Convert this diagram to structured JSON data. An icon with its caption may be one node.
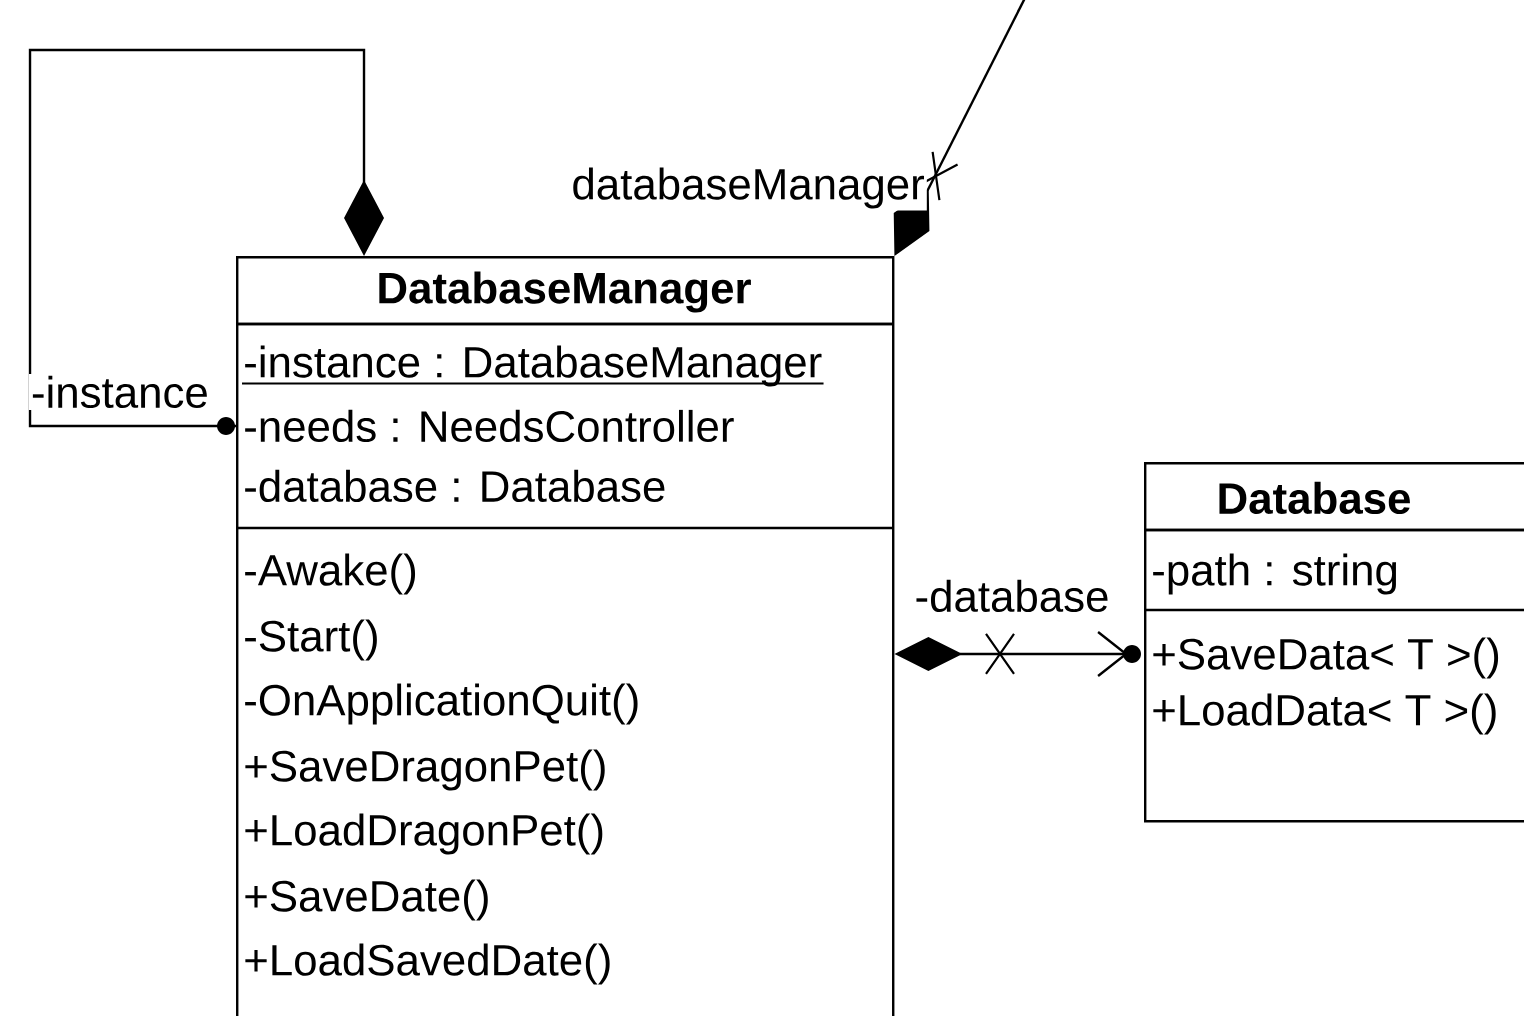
{
  "diagram": {
    "nodes": [
      {
        "text": [
          "DatabaseManager",
          "-instance : DatabaseManager",
          "-needs : NeedsController",
          "-database : Database",
          "-Awake()",
          "-Start()",
          "-OnApplicationQuit()",
          "+SaveDragonPet()",
          "+LoadDragonPet()",
          "+SaveDate()",
          "+LoadSavedDate()"
        ]
      },
      {
        "text": [
          "Database",
          "-path : string",
          "+SaveData< T >()",
          "+LoadData< T >()"
        ]
      }
    ],
    "edges": [
      {
        "from": 0,
        "to": 0,
        "arrow": "other",
        "label": "-instance"
      },
      {
        "from": 0,
        "to": null,
        "arrow": "other",
        "label": "databaseManager"
      },
      {
        "from": 0,
        "to": 1,
        "arrow": "to",
        "label": "-database"
      }
    ]
  }
}
